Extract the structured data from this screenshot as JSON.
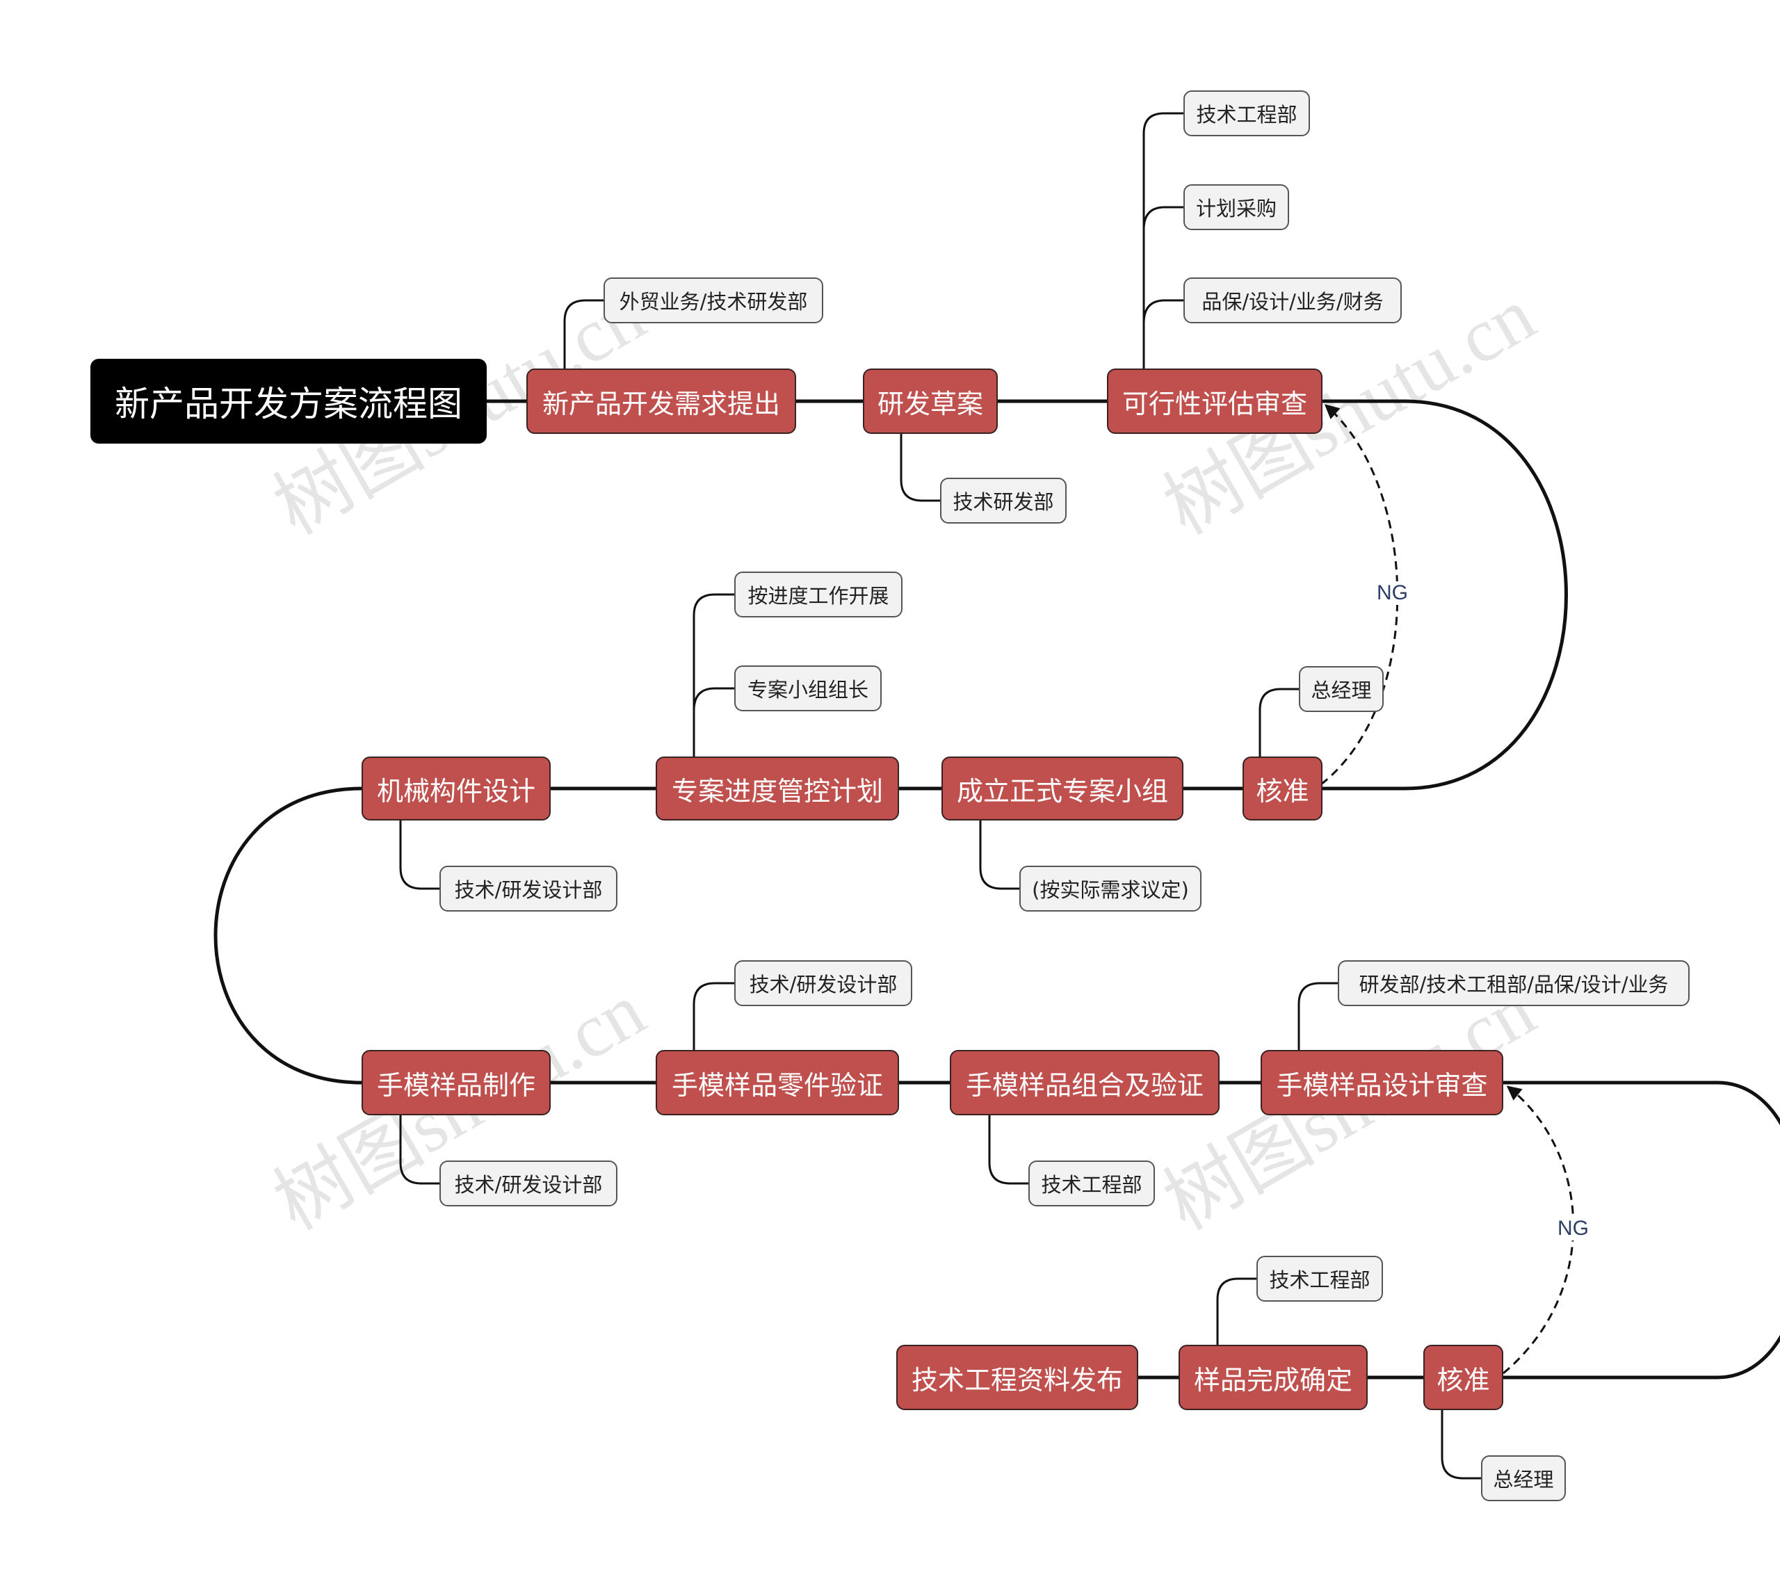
{
  "title": "新产品开发方案流程图",
  "watermark": "树图shutu.cn",
  "colors": {
    "root_bg": "#000000",
    "step_bg": "#c0504d",
    "note_bg": "#f2f2f2",
    "line": "#111111",
    "ng_label": "#2d3e66"
  },
  "steps": {
    "s1": "新产品开发需求提出",
    "s2": "研发草案",
    "s3": "可行性评估审查",
    "s4": "核准",
    "s5": "成立正式专案小组",
    "s6": "专案进度管控计划",
    "s7": "机械构件设计",
    "s8": "手模祥品制作",
    "s9": "手模样品零件验证",
    "s10": "手模样品组合及验证",
    "s11": "手模样品设计审查",
    "s12": "核准",
    "s13": "样品完成确定",
    "s14": "技术工程资料发布"
  },
  "notes": {
    "n_s1": "外贸业务/技术研发部",
    "n_s2": "技术研发部",
    "n_s3_a": "技术工程部",
    "n_s3_b": "计划采购",
    "n_s3_c": "品保/设计/业务/财务",
    "n_s4": "总经理",
    "n_s5": "(按实际需求议定)",
    "n_s6_a": "按进度工作开展",
    "n_s6_b": "专案小组组长",
    "n_s7": "技术/研发设计部",
    "n_s8": "技术/研发设计部",
    "n_s9": "技术/研发设计部",
    "n_s10": "技术工程部",
    "n_s11": "研发部/技术工租部/品保/设计/业务",
    "n_s12": "总经理",
    "n_s13": "技术工程部"
  },
  "edge_labels": {
    "ng1": "NG",
    "ng2": "NG"
  }
}
